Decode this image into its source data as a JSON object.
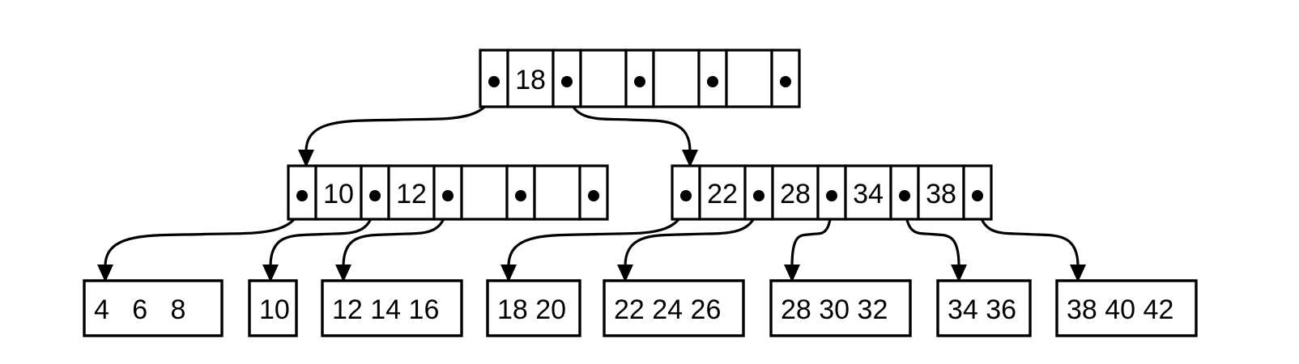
{
  "colors": {
    "stroke": "#000000",
    "background": "#ffffff",
    "dot": "#000000"
  },
  "tree": {
    "root": {
      "keys": [
        "18",
        "",
        "",
        ""
      ]
    },
    "internal": [
      {
        "keys": [
          "10",
          "12",
          "",
          ""
        ]
      },
      {
        "keys": [
          "22",
          "28",
          "34",
          "38"
        ]
      }
    ],
    "leaves": [
      {
        "label": "4   6   8"
      },
      {
        "label": "10"
      },
      {
        "label": "12 14 16"
      },
      {
        "label": "18 20"
      },
      {
        "label": "22 24 26"
      },
      {
        "label": "28 30 32"
      },
      {
        "label": "34 36"
      },
      {
        "label": "38 40 42"
      }
    ],
    "edges": [
      {
        "from": "root",
        "pointer": 0,
        "to": "internal-0"
      },
      {
        "from": "root",
        "pointer": 1,
        "to": "internal-1"
      },
      {
        "from": "internal-0",
        "pointer": 0,
        "to": "leaf-0"
      },
      {
        "from": "internal-0",
        "pointer": 1,
        "to": "leaf-1"
      },
      {
        "from": "internal-0",
        "pointer": 2,
        "to": "leaf-2"
      },
      {
        "from": "internal-1",
        "pointer": 0,
        "to": "leaf-3"
      },
      {
        "from": "internal-1",
        "pointer": 1,
        "to": "leaf-4"
      },
      {
        "from": "internal-1",
        "pointer": 2,
        "to": "leaf-5"
      },
      {
        "from": "internal-1",
        "pointer": 3,
        "to": "leaf-6"
      },
      {
        "from": "internal-1",
        "pointer": 4,
        "to": "leaf-7"
      }
    ]
  }
}
